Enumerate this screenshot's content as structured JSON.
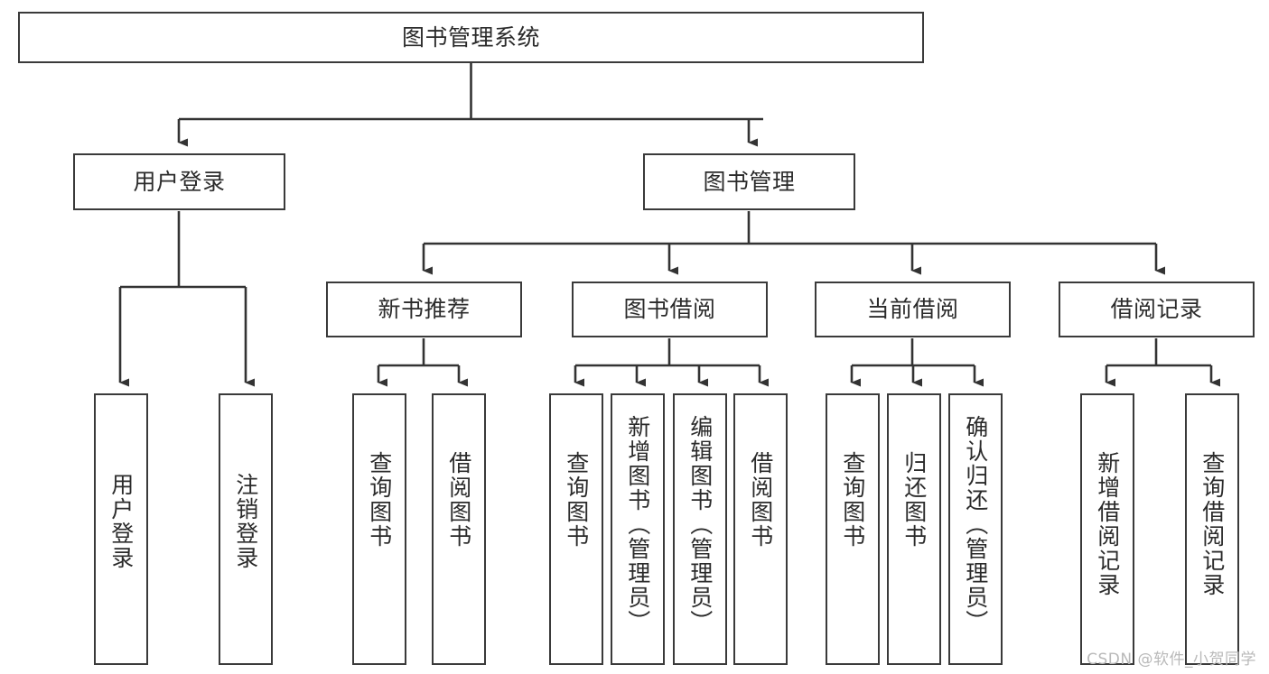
{
  "diagram": {
    "title": "图书管理系统",
    "type": "tree-hierarchy-chart",
    "watermark": "CSDN @软件_小贺同学",
    "colors": {
      "box_border": "#3a3a3a",
      "box_fill": "#ffffff",
      "edge": "#333333",
      "text": "#2b2b2b",
      "watermark": "#b9b9b9",
      "background": "#ffffff"
    },
    "root": {
      "label": "图书管理系统"
    },
    "level1": [
      {
        "label": "用户登录"
      },
      {
        "label": "图书管理"
      }
    ],
    "level2": [
      {
        "label": "新书推荐"
      },
      {
        "label": "图书借阅"
      },
      {
        "label": "当前借阅"
      },
      {
        "label": "借阅记录"
      }
    ],
    "leaves": {
      "user_login": [
        {
          "label": "用户登录"
        },
        {
          "label": "注销登录"
        }
      ],
      "new_book_recommend": [
        {
          "label": "查询图书"
        },
        {
          "label": "借阅图书"
        }
      ],
      "book_borrow": [
        {
          "label": "查询图书"
        },
        {
          "label": "新增图书（管理员）"
        },
        {
          "label": "编辑图书（管理员）"
        },
        {
          "label": "借阅图书"
        }
      ],
      "current_borrow": [
        {
          "label": "查询图书"
        },
        {
          "label": "归还图书"
        },
        {
          "label": "确认归还（管理员）"
        }
      ],
      "borrow_record": [
        {
          "label": "新增借阅记录"
        },
        {
          "label": "查询借阅记录"
        }
      ]
    }
  }
}
